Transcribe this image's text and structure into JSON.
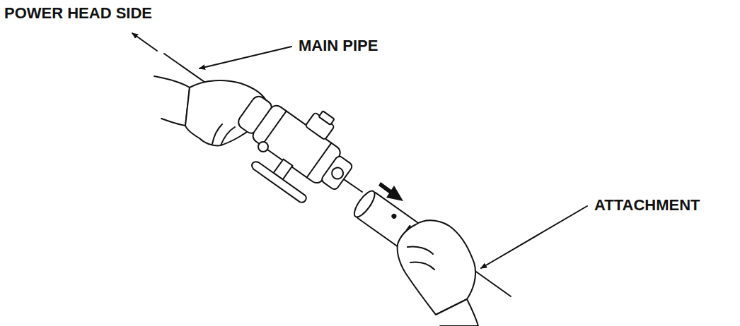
{
  "diagram": {
    "labels": [
      "POWER HEAD SIDE",
      "MAIN PIPE",
      "ATTACHMENT"
    ]
  }
}
